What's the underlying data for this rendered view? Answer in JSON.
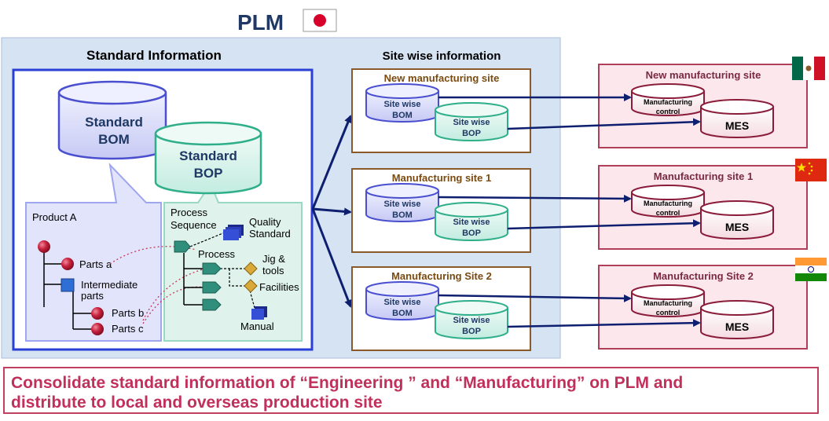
{
  "plm": {
    "title": "PLM",
    "flag": "japan-flag"
  },
  "standard": {
    "heading": "Standard Information",
    "bom_line1": "Standard",
    "bom_line2": "BOM",
    "bop_line1": "Standard",
    "bop_line2": "BOP",
    "product": "Product A",
    "parts_a": "Parts a",
    "intermediate1": "Intermediate",
    "intermediate2": "parts",
    "parts_b": "Parts b",
    "parts_c": "Parts c",
    "process_seq1": "Process",
    "process_seq2": "Sequence",
    "quality1": "Quality",
    "quality2": "Standard",
    "process": "Process",
    "jig1": "Jig &",
    "jig2": "tools",
    "facilities": "Facilities",
    "manual": "Manual"
  },
  "site_wise": {
    "heading": "Site wise information",
    "sites": [
      {
        "title": "New manufacturing site",
        "bom1": "Site wise",
        "bom2": "BOM",
        "bop1": "Site wise",
        "bop2": "BOP"
      },
      {
        "title": "Manufacturing site 1",
        "bom1": "Site wise",
        "bom2": "BOM",
        "bop1": "Site wise",
        "bop2": "BOP"
      },
      {
        "title": "Manufacturing Site 2",
        "bom1": "Site wise",
        "bom2": "BOM",
        "bop1": "Site wise",
        "bop2": "BOP"
      }
    ]
  },
  "local_sites": [
    {
      "title": "New manufacturing site",
      "control1": "Manufacturing",
      "control2": "control",
      "mes": "MES",
      "flag": "mexico-flag"
    },
    {
      "title": "Manufacturing site  1",
      "control1": "Manufacturing",
      "control2": "control",
      "mes": "MES",
      "flag": "china-flag"
    },
    {
      "title": "Manufacturing Site 2",
      "control1": "Manufacturing",
      "control2": "control",
      "mes": "MES",
      "flag": "india-flag"
    }
  ],
  "caption": {
    "line1": "Consolidate standard information of “Engineering ” and “Manufacturing” on PLM and",
    "line2": "distribute to local  and overseas production site"
  },
  "colors": {
    "navy": "#1f3864",
    "arrow": "#0d1f6e",
    "site_border": "#8b5a2b",
    "local_border": "#b0405a",
    "caption": "#c0305a"
  }
}
